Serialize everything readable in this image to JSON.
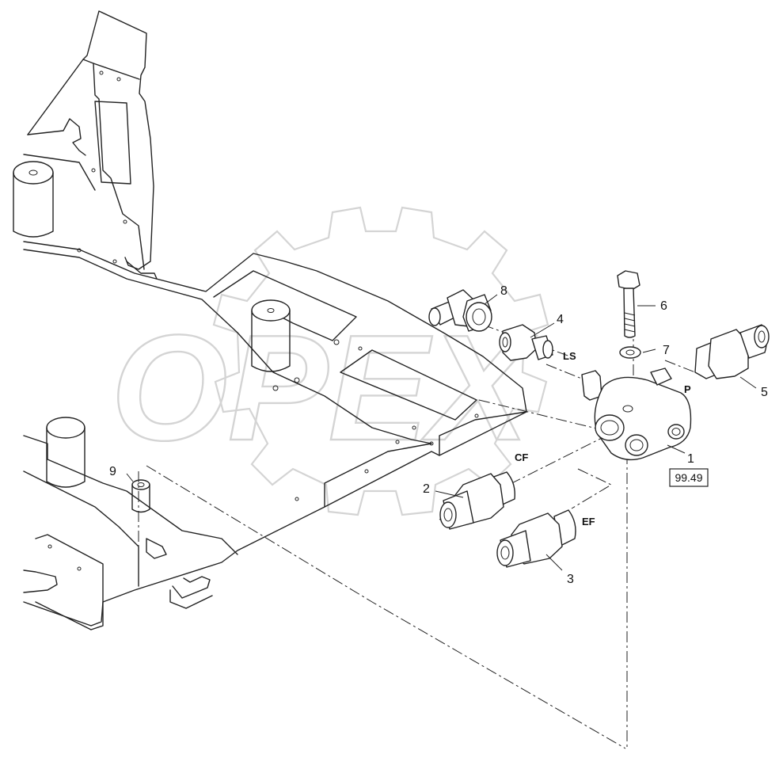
{
  "callouts": [
    {
      "id": "1",
      "text": "1"
    },
    {
      "id": "2",
      "text": "2"
    },
    {
      "id": "3",
      "text": "3"
    },
    {
      "id": "4",
      "text": "4"
    },
    {
      "id": "5",
      "text": "5"
    },
    {
      "id": "6",
      "text": "6"
    },
    {
      "id": "7",
      "text": "7"
    },
    {
      "id": "8",
      "text": "8"
    },
    {
      "id": "9",
      "text": "9"
    }
  ],
  "ports": {
    "ls": "LS",
    "p": "P",
    "cf": "CF",
    "ef": "EF"
  },
  "reference": "99.49",
  "watermark": "OPEX"
}
